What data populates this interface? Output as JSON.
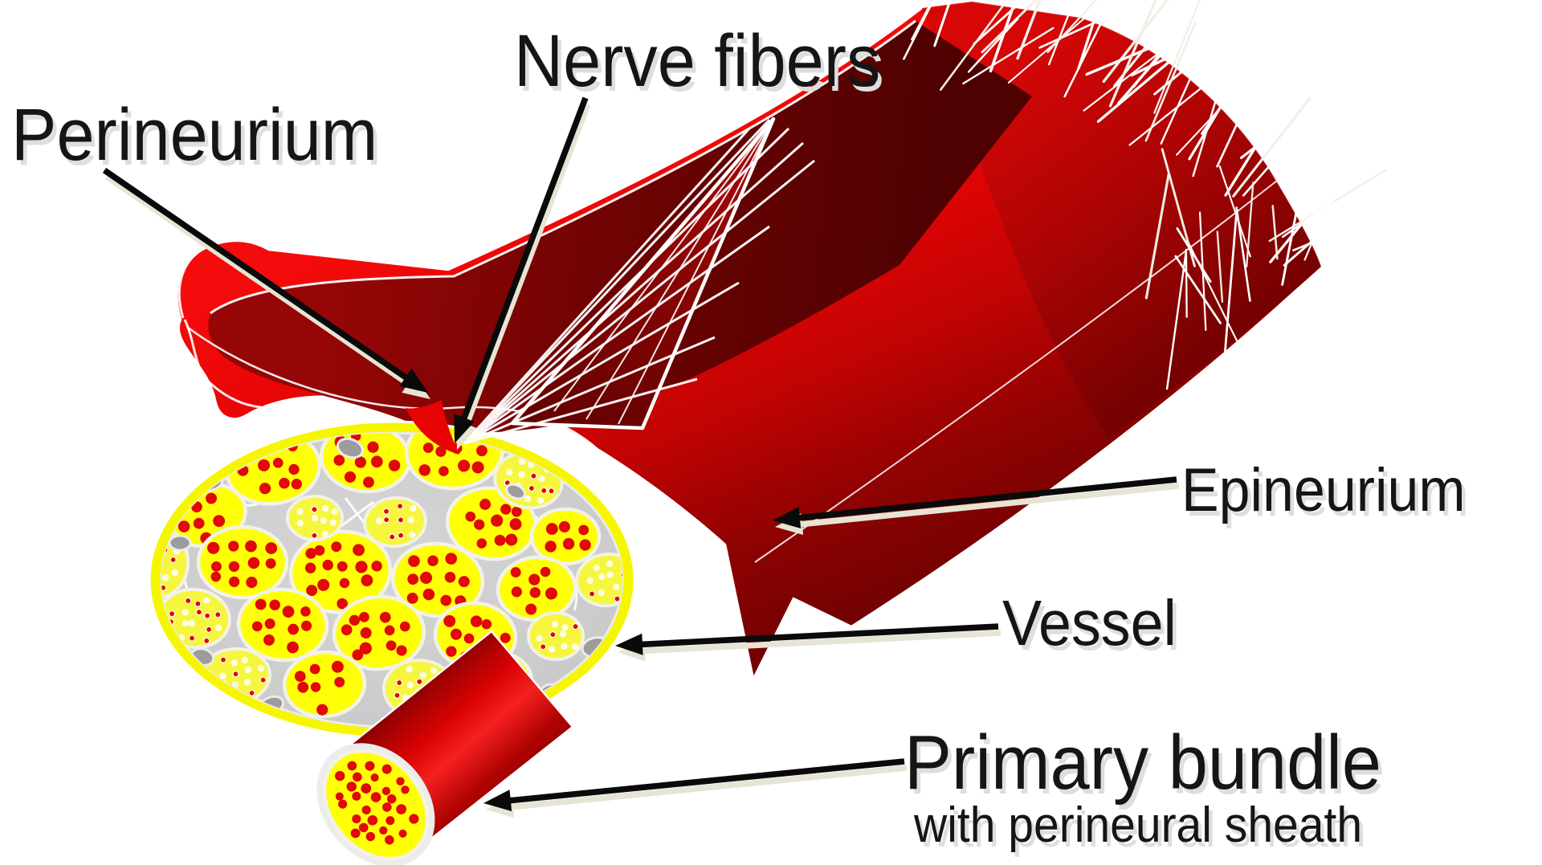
{
  "labels": {
    "perineurium": "Perineurium",
    "nerve_fibers": "Nerve fibers",
    "epineurium": "Epineurium",
    "vessel": "Vessel",
    "primary_bundle": "Primary bundle",
    "primary_bundle_subtitle": "with perineural sheath"
  },
  "colors": {
    "background": "#ffffff",
    "nerve_red_bright": "#ee0404",
    "nerve_red_dark": "#700101",
    "cut_interior_maroon": "#7a0404",
    "fascicle_yellow": "#ffff05",
    "fascicle_pale_yellow": "#f6f63e",
    "sheath_ring_yellow": "#f6f600",
    "connective_gray": "#cecece",
    "vessel_gray": "#9c9c9c",
    "nerve_fiber_dot_red": "#e00808",
    "fiber_strand_white": "#ffffff",
    "label_text": "#151515",
    "arrow_black": "#0a0a0a",
    "arrow_shadow_cream": "#e8e4d4"
  }
}
